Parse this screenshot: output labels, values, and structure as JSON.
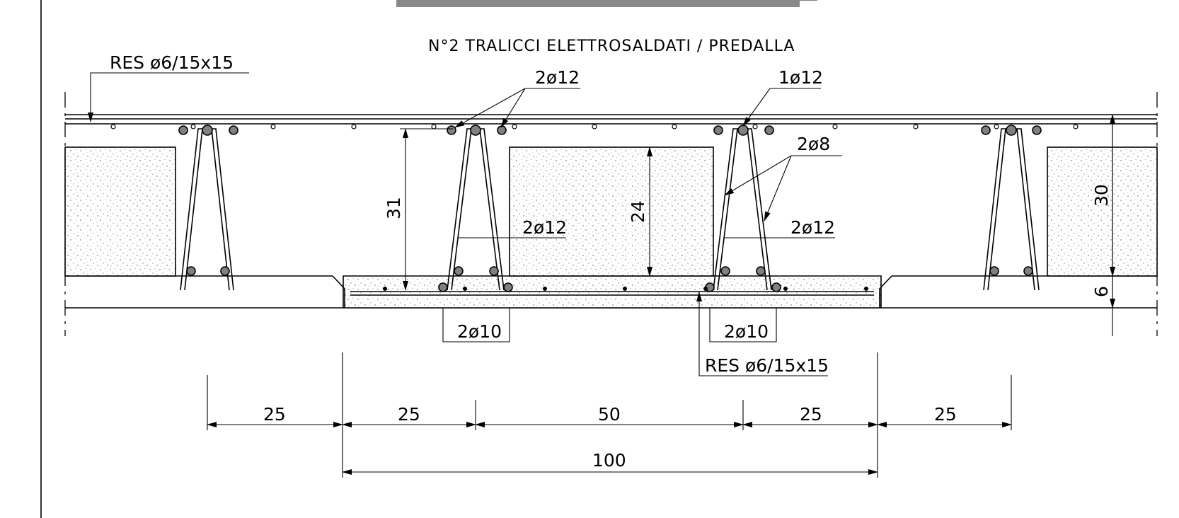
{
  "title": "N°2 TRALICCI ELETTROSALDATI / PREDALLA",
  "labels": {
    "res_top": "RES ø6/15x15",
    "res_bottom": "RES ø6/15x15",
    "bars_top_left": "2ø12",
    "bars_top_right": "1ø12",
    "diagonals": "2ø8",
    "bars_mid_left": "2ø12",
    "bars_mid_right": "2ø12",
    "bars_bottom_left": "2ø10",
    "bars_bottom_right": "2ø10"
  },
  "dimensions": {
    "truss_height": "31",
    "block_height": "24",
    "slab_total": "30",
    "predalla": "6",
    "span_a": "25",
    "span_b": "25",
    "span_c": "50",
    "span_d": "25",
    "span_e": "25",
    "overall": "100"
  },
  "colors": {
    "bar_fill": "#808080",
    "line": "#000000",
    "background": "#ffffff",
    "title_bar": "#8a8a8a"
  }
}
